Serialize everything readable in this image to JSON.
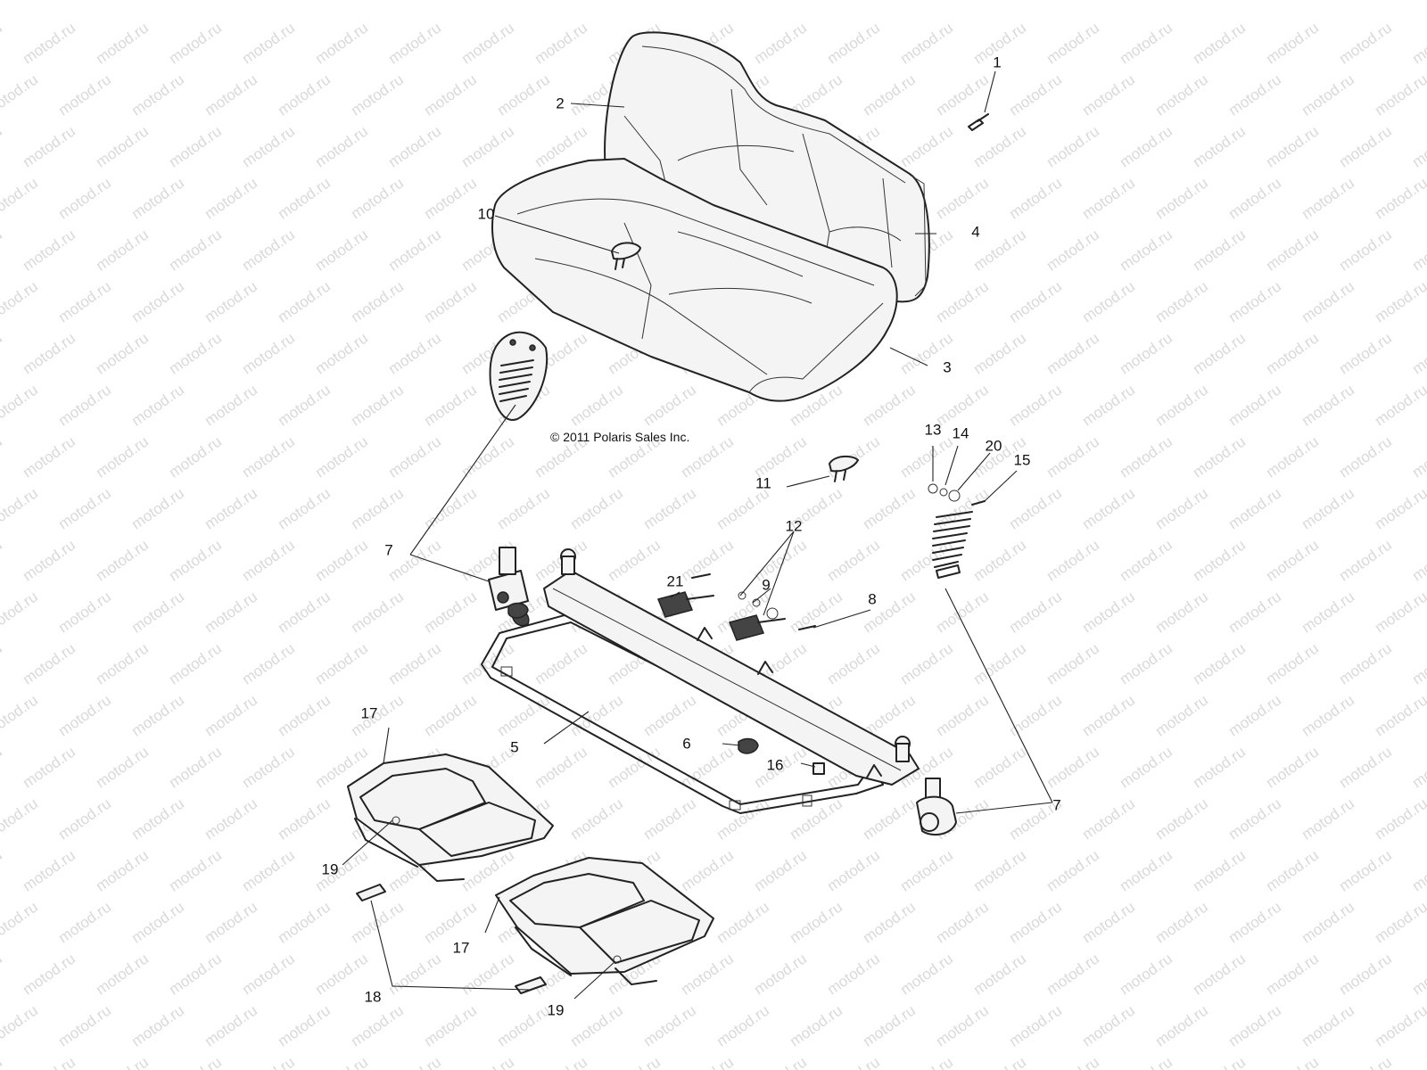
{
  "copyright": "© 2011 Polaris Sales Inc.",
  "watermark": "motod.ru",
  "callouts": [
    {
      "id": "1",
      "label": "1"
    },
    {
      "id": "2",
      "label": "2"
    },
    {
      "id": "3",
      "label": "3"
    },
    {
      "id": "4",
      "label": "4"
    },
    {
      "id": "5",
      "label": "5"
    },
    {
      "id": "6",
      "label": "6"
    },
    {
      "id": "7a",
      "label": "7"
    },
    {
      "id": "7b",
      "label": "7"
    },
    {
      "id": "8",
      "label": "8"
    },
    {
      "id": "9",
      "label": "9"
    },
    {
      "id": "10",
      "label": "10"
    },
    {
      "id": "11",
      "label": "11"
    },
    {
      "id": "12",
      "label": "12"
    },
    {
      "id": "13",
      "label": "13"
    },
    {
      "id": "14",
      "label": "14"
    },
    {
      "id": "15",
      "label": "15"
    },
    {
      "id": "16",
      "label": "16"
    },
    {
      "id": "17a",
      "label": "17"
    },
    {
      "id": "17b",
      "label": "17"
    },
    {
      "id": "18",
      "label": "18"
    },
    {
      "id": "19a",
      "label": "19"
    },
    {
      "id": "19b",
      "label": "19"
    },
    {
      "id": "20",
      "label": "20"
    },
    {
      "id": "21",
      "label": "21"
    }
  ]
}
